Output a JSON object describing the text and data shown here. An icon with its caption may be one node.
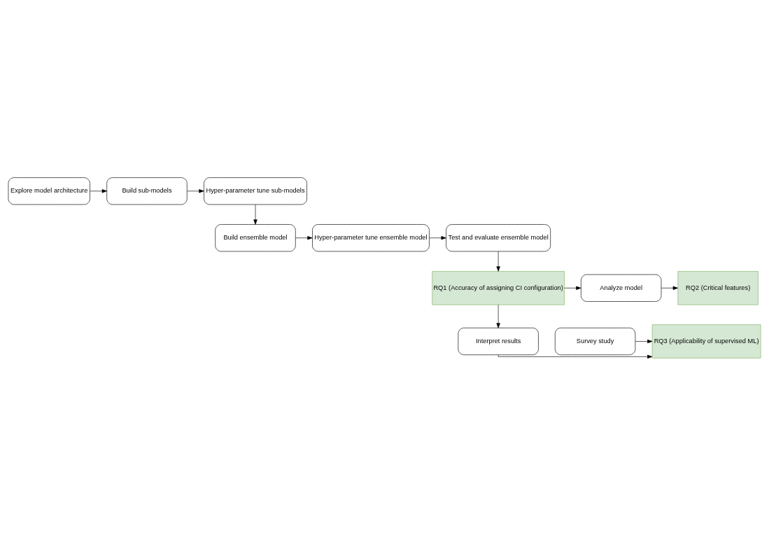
{
  "diagram": {
    "nodes": [
      {
        "text": [
          "Explore model architecture"
        ]
      },
      {
        "text": [
          "Build sub-models"
        ]
      },
      {
        "text": [
          "Hyper-parameter tune sub-models"
        ]
      },
      {
        "text": [
          "Build ensemble model"
        ]
      },
      {
        "text": [
          "Hyper-parameter tune ensemble model"
        ]
      },
      {
        "text": [
          "Test and evaluate ensemble model"
        ]
      },
      {
        "text": [
          "RQ1 (Accuracy of assigning CI configuration)"
        ]
      },
      {
        "text": [
          "Analyze model"
        ]
      },
      {
        "text": [
          "RQ2 (Critical features)"
        ]
      },
      {
        "text": [
          "Interpret results"
        ]
      },
      {
        "text": [
          "RQ3 (Applicability of supervised ML)"
        ]
      },
      {
        "text": [
          "Survey study"
        ]
      }
    ],
    "edges": [
      {
        "from": 0,
        "to": 1,
        "arrow": "to"
      },
      {
        "from": 1,
        "to": 2,
        "arrow": "to"
      },
      {
        "from": 2,
        "to": 3,
        "arrow": "to"
      },
      {
        "from": 3,
        "to": 4,
        "arrow": "to"
      },
      {
        "from": 4,
        "to": 5,
        "arrow": "to"
      },
      {
        "from": 5,
        "to": 6,
        "arrow": "to"
      },
      {
        "from": 6,
        "to": 7,
        "arrow": "to"
      },
      {
        "from": 7,
        "to": 8,
        "arrow": "to"
      },
      {
        "from": 6,
        "to": 9,
        "arrow": "to"
      },
      {
        "from": 9,
        "to": 10,
        "arrow": "to"
      },
      {
        "from": 11,
        "to": 10,
        "arrow": "to"
      }
    ]
  }
}
